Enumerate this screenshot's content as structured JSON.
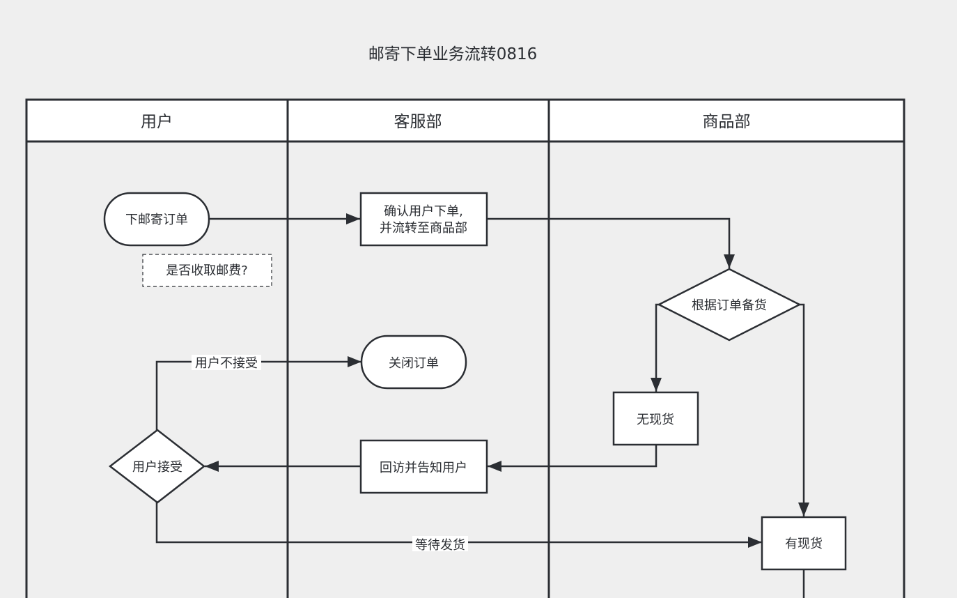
{
  "diagram": {
    "title": "邮寄下单业务流转0816",
    "lanes": [
      {
        "id": "user",
        "label": "用户"
      },
      {
        "id": "service",
        "label": "客服部"
      },
      {
        "id": "goods",
        "label": "商品部"
      }
    ],
    "nodes": {
      "place_order": {
        "label": "下邮寄订单",
        "shape": "terminator"
      },
      "postage_note": {
        "label": "是否收取邮费?",
        "shape": "dashed-note"
      },
      "confirm_order": {
        "label_line1": "确认用户下单,",
        "label_line2": "并流转至商品部",
        "shape": "process"
      },
      "prepare_goods": {
        "label": "根据订单备货",
        "shape": "decision"
      },
      "close_order": {
        "label": "关闭订单",
        "shape": "terminator"
      },
      "out_of_stock": {
        "label": "无现货",
        "shape": "process"
      },
      "callback_notify": {
        "label": "回访并告知用户",
        "shape": "process"
      },
      "user_accept": {
        "label": "用户接受",
        "shape": "decision"
      },
      "in_stock": {
        "label": "有现货",
        "shape": "process"
      }
    },
    "edges": {
      "not_accept_label": "用户不接受",
      "wait_ship_label": "等待发货"
    },
    "colors": {
      "background": "#efefef",
      "shape_fill": "#ffffff",
      "stroke": "#2b2e33"
    }
  }
}
